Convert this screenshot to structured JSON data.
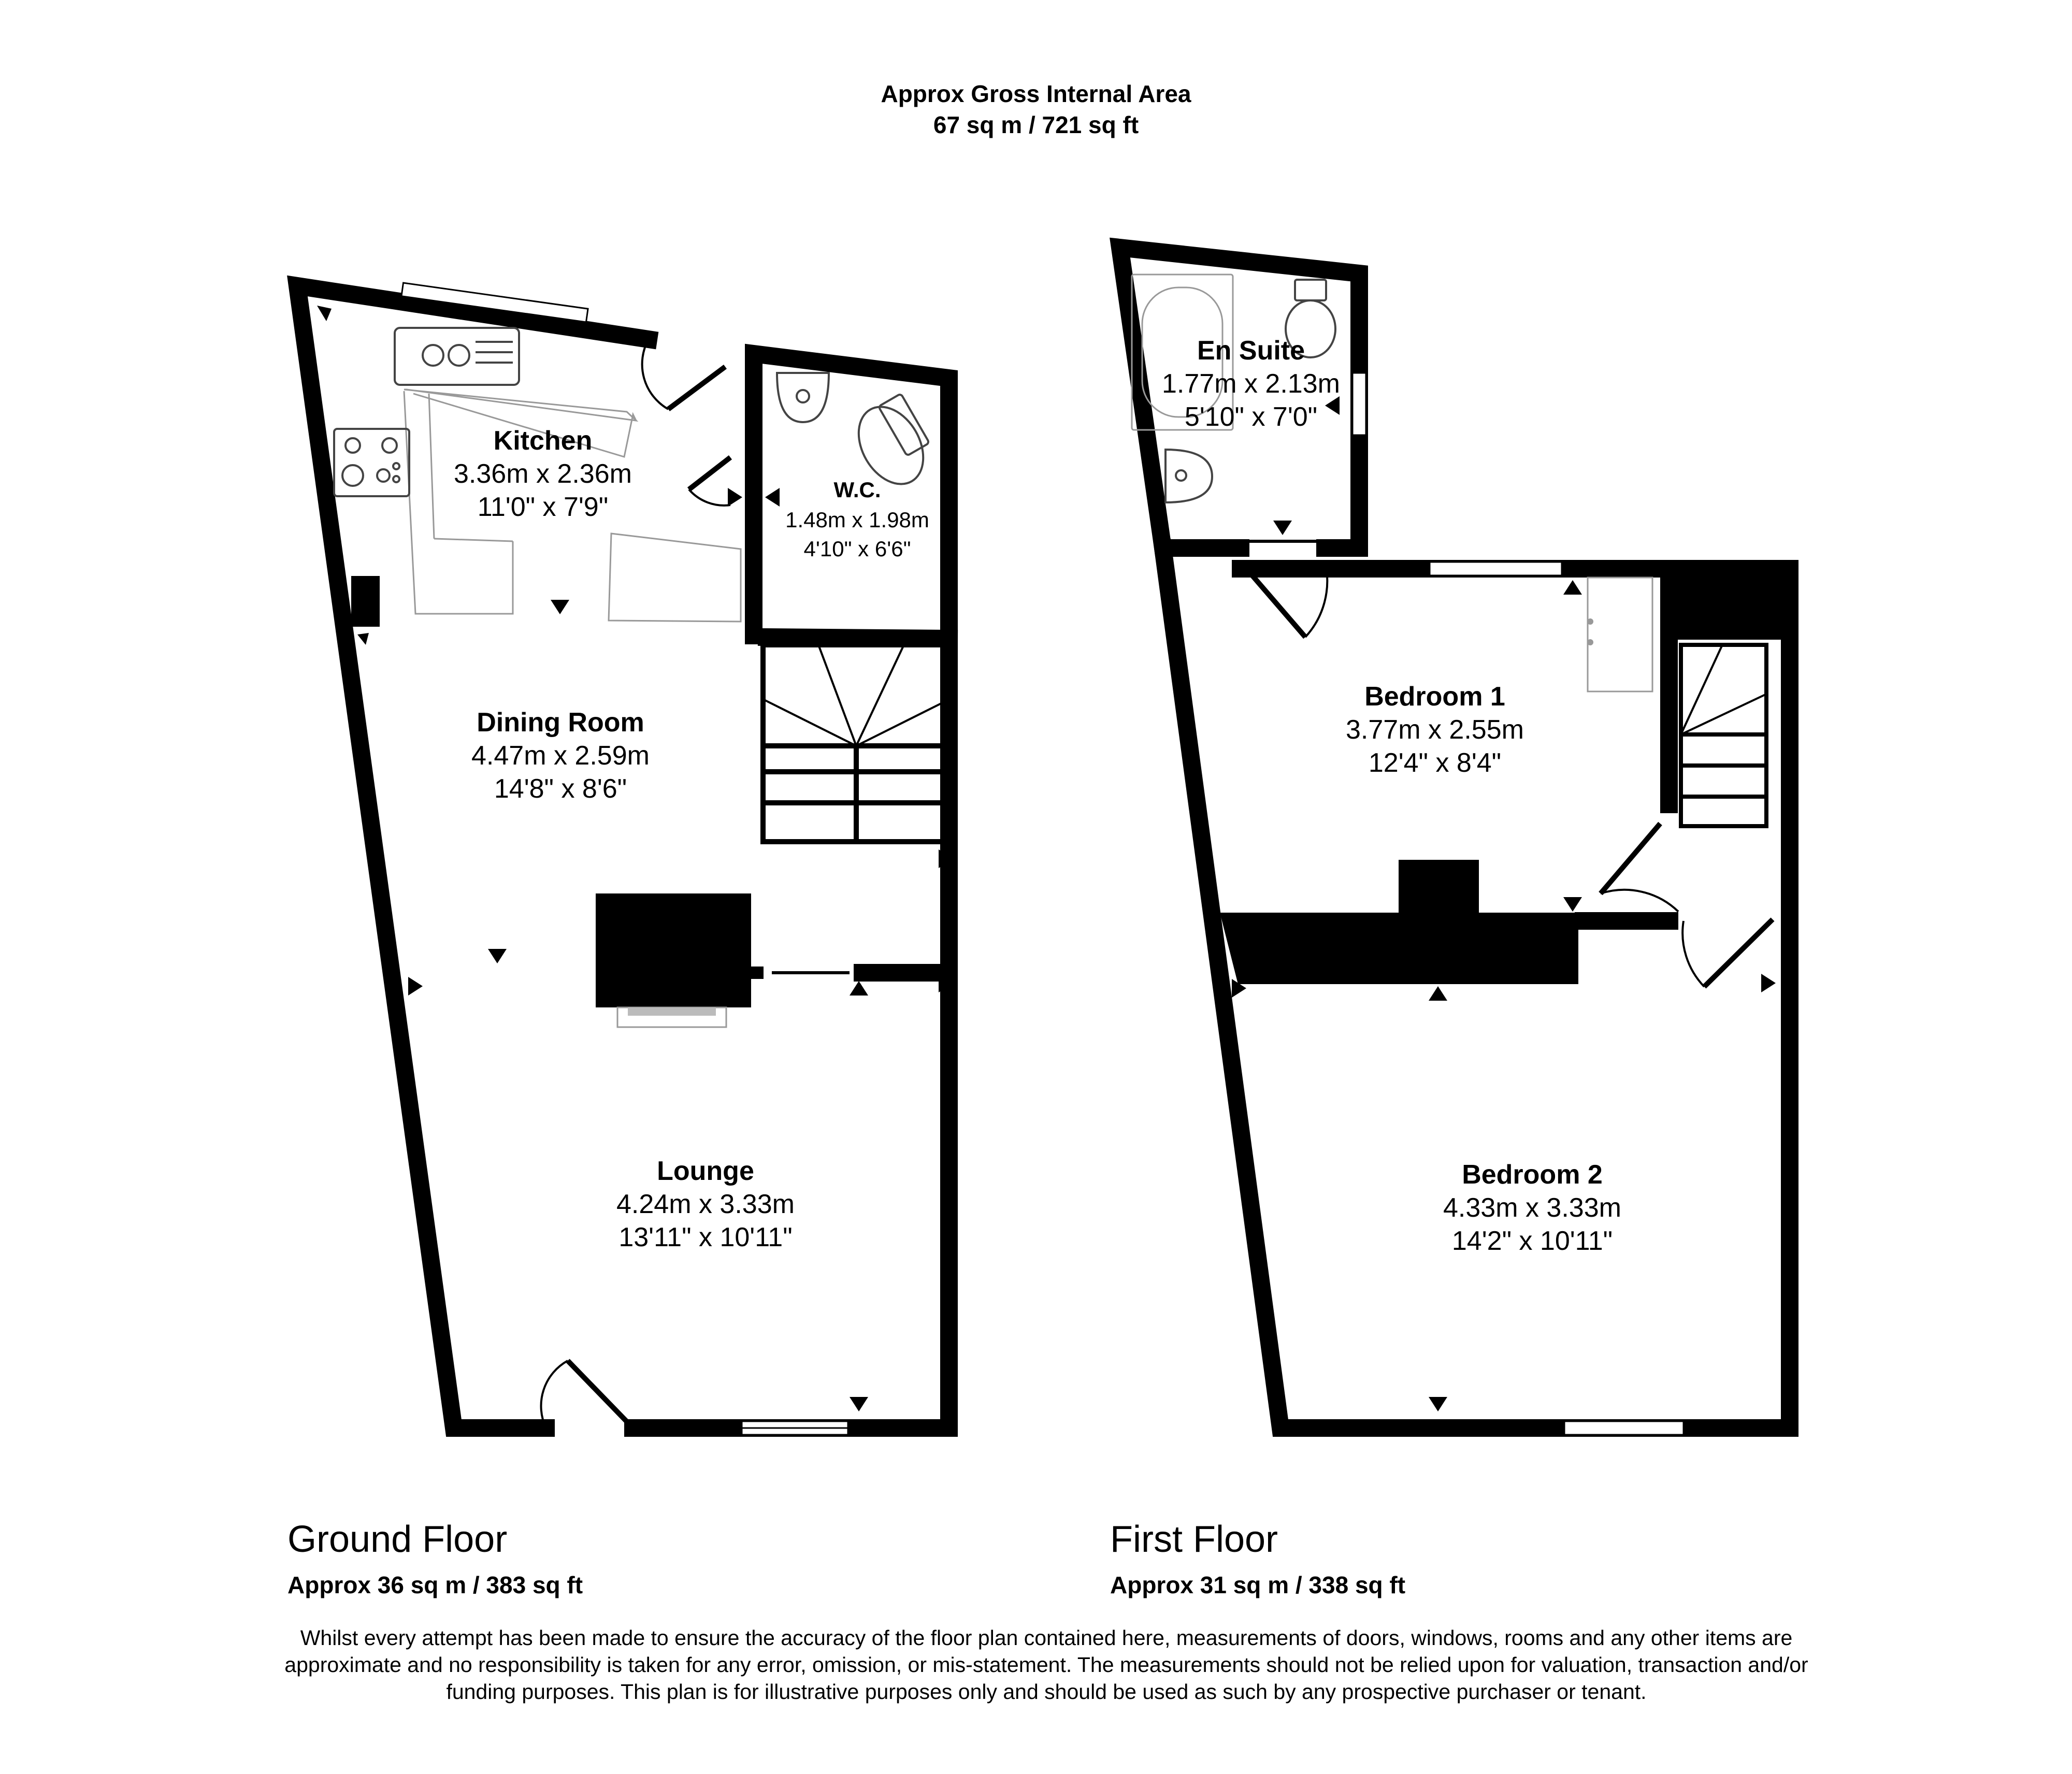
{
  "header": {
    "line1": "Approx Gross Internal Area",
    "line2": "67 sq m / 721 sq ft"
  },
  "ground_floor": {
    "name": "Ground Floor",
    "area": "Approx 36 sq m / 383 sq ft",
    "rooms": {
      "kitchen": {
        "name": "Kitchen",
        "metric": "3.36m x 2.36m",
        "imperial": "11'0\" x 7'9\""
      },
      "wc": {
        "name": "W.C.",
        "metric": "1.48m x 1.98m",
        "imperial": "4'10\" x 6'6\""
      },
      "dining": {
        "name": "Dining Room",
        "metric": "4.47m x 2.59m",
        "imperial": "14'8\" x 8'6\""
      },
      "lounge": {
        "name": "Lounge",
        "metric": "4.24m x 3.33m",
        "imperial": "13'11\" x 10'11\""
      }
    }
  },
  "first_floor": {
    "name": "First Floor",
    "area": "Approx 31 sq m / 338 sq ft",
    "rooms": {
      "ensuite": {
        "name": "En Suite",
        "metric": "1.77m x 2.13m",
        "imperial": "5'10\" x 7'0\""
      },
      "bedroom1": {
        "name": "Bedroom 1",
        "metric": "3.77m x 2.55m",
        "imperial": "12'4\" x 8'4\""
      },
      "bedroom2": {
        "name": "Bedroom 2",
        "metric": "4.33m x 3.33m",
        "imperial": "14'2\" x 10'11\""
      }
    }
  },
  "disclaimer": "Whilst every attempt has been made to ensure the accuracy of the floor plan contained here, measurements of doors, windows, rooms and any other items are approximate and no responsibility is taken for any error, omission, or mis-statement. The measurements should not be relied upon for valuation, transaction and/or funding purposes. This plan is for illustrative purposes only and should be used as such by any prospective purchaser or tenant."
}
